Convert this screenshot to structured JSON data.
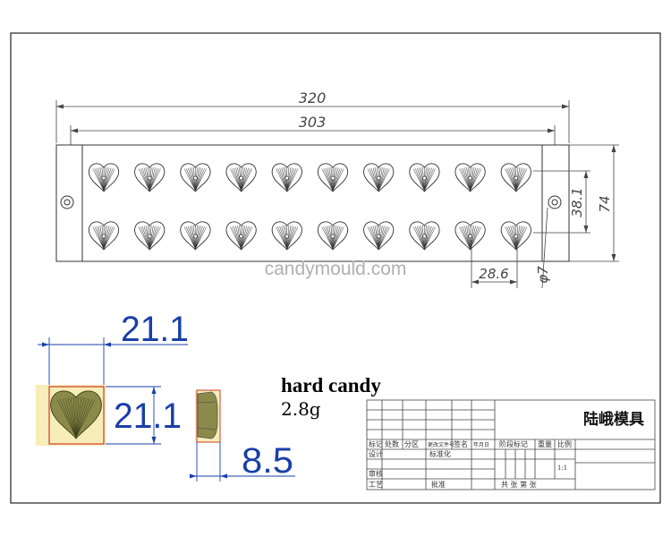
{
  "drawing": {
    "dimensions": {
      "overall_length": "320",
      "inner_length": "303",
      "row_pitch": "38.1",
      "overall_width": "74",
      "cavity_pitch": "28.6",
      "hole_diameter": "φ7"
    },
    "mould": {
      "rows": 2,
      "columns": 10
    },
    "watermark": "candymould.com",
    "detail": {
      "cavity_width": "21.1",
      "cavity_height": "21.1",
      "cavity_depth": "8.5"
    },
    "product": {
      "name": "hard candy",
      "weight": "2.8g"
    },
    "title_block": {
      "company": "陆峨模具",
      "row_labels": [
        "标记",
        "处数",
        "分区",
        "更改文件号",
        "签名",
        "年月日"
      ],
      "design": "设计",
      "standardize": "标准化",
      "review": "审核",
      "process": "工艺",
      "approve": "批准",
      "stage_mark": "阶段标记",
      "weight_col": "重量",
      "scale_col": "比例",
      "scale_value": "1:1",
      "sheet_text": "共   张   第   张"
    },
    "colors": {
      "line": "#333333",
      "dimension": "#1a3fa8",
      "candy_fill": "#8a8a4a",
      "candy_highlight": "#f6e7a0",
      "candy_outline": "#d43b2a"
    }
  }
}
